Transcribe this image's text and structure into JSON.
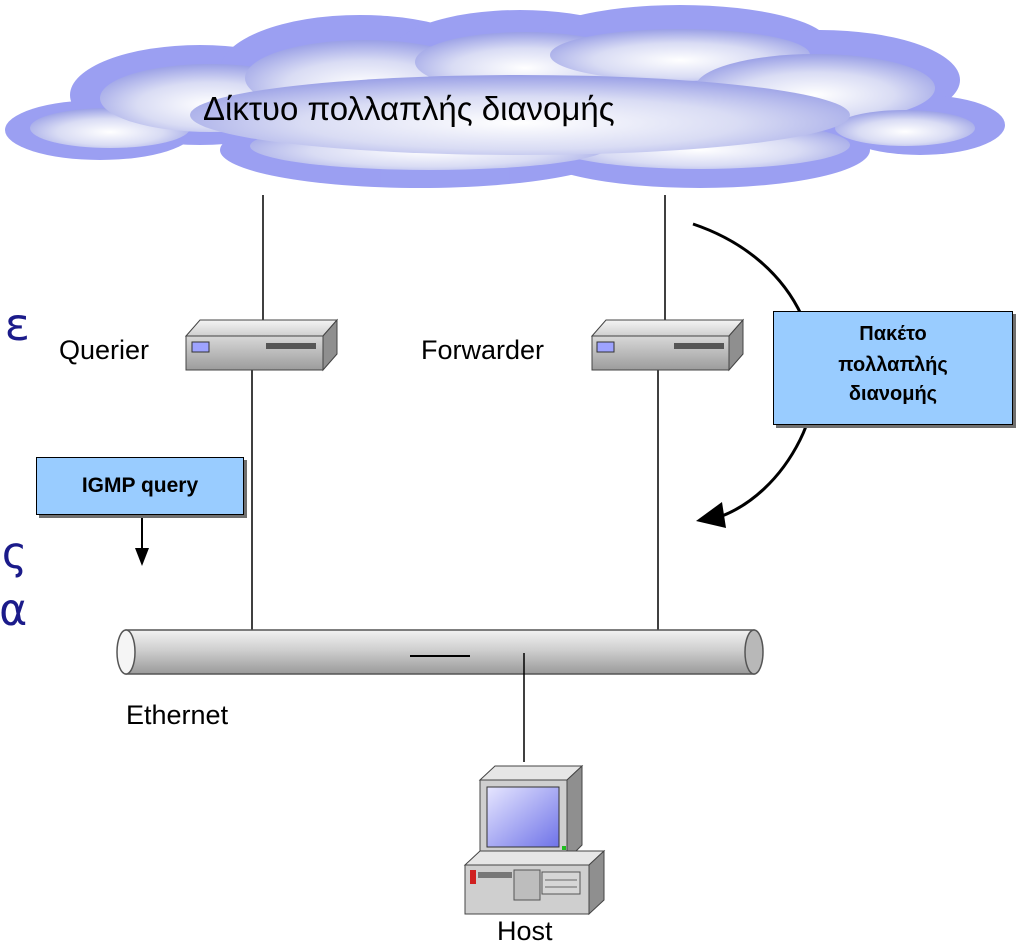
{
  "cloud": {
    "label": "Δίκτυο πολλαπλής διανομής"
  },
  "nodes": {
    "querier": "Querier",
    "forwarder": "Forwarder",
    "ethernet": "Ethernet",
    "host": "Host"
  },
  "callouts": {
    "igmp_query": "IGMP query",
    "multicast_packet": [
      "Πακέτο",
      "πολλαπλής",
      "διανομής"
    ]
  },
  "background_fragments": [
    "ε",
    "ς",
    "α"
  ],
  "colors": {
    "callout_fill": "#99ccff",
    "cloud": "#8080ff",
    "background_text": "#1b1b8a"
  }
}
